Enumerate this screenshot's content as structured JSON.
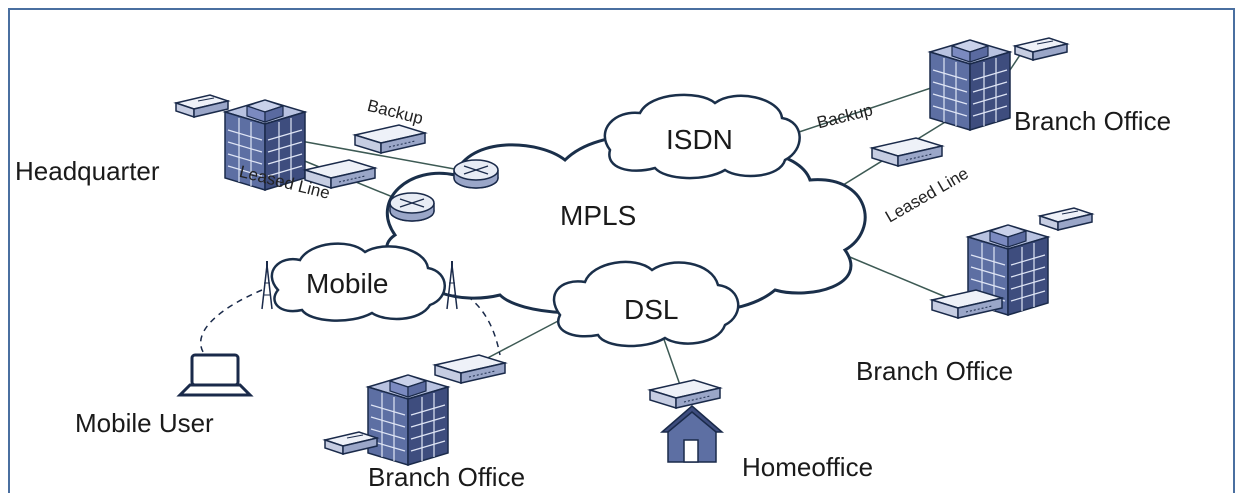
{
  "clouds": {
    "mpls": "MPLS",
    "isdn": "ISDN",
    "dsl": "DSL",
    "mobile": "Mobile"
  },
  "sites": {
    "headquarter": "Headquarter",
    "branch_top_right": "Branch Office",
    "branch_right": "Branch Office",
    "branch_bottom": "Branch Office",
    "mobile_user": "Mobile User",
    "homeoffice": "Homeoffice"
  },
  "links": {
    "hq_backup": "Backup",
    "hq_leased": "Leased Line",
    "branch_backup": "Backup",
    "branch_leased": "Leased Line"
  },
  "colors": {
    "cloud_outline": "#1a2f4a",
    "building_front": "#5d6fa3",
    "building_side": "#3e4d7e",
    "frame": "#4a6fa0",
    "line": "#3d5a54"
  }
}
